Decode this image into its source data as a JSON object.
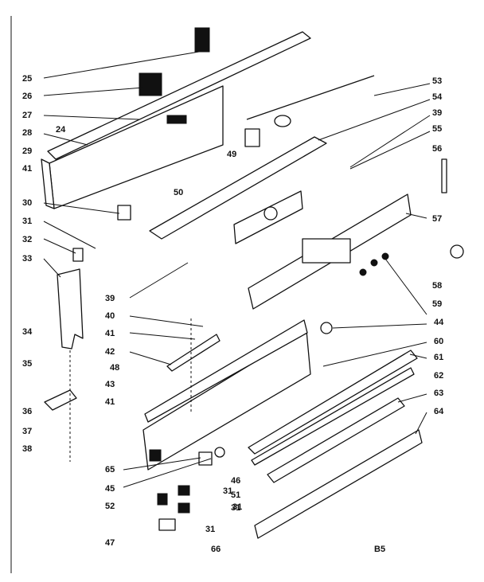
{
  "diagram": {
    "page_code": "B5",
    "callouts": [
      "25",
      "26",
      "27",
      "28",
      "24",
      "29",
      "41",
      "30",
      "31",
      "32",
      "33",
      "34",
      "35",
      "36",
      "37",
      "38",
      "49",
      "50",
      "39",
      "53",
      "54",
      "39",
      "55",
      "56",
      "57",
      "58",
      "59",
      "40",
      "41",
      "42",
      "43",
      "41",
      "44",
      "60",
      "61",
      "62",
      "63",
      "64",
      "65",
      "45",
      "46",
      "51",
      "31",
      "31",
      "52",
      "31",
      "47",
      "66",
      "48",
      "31"
    ]
  }
}
